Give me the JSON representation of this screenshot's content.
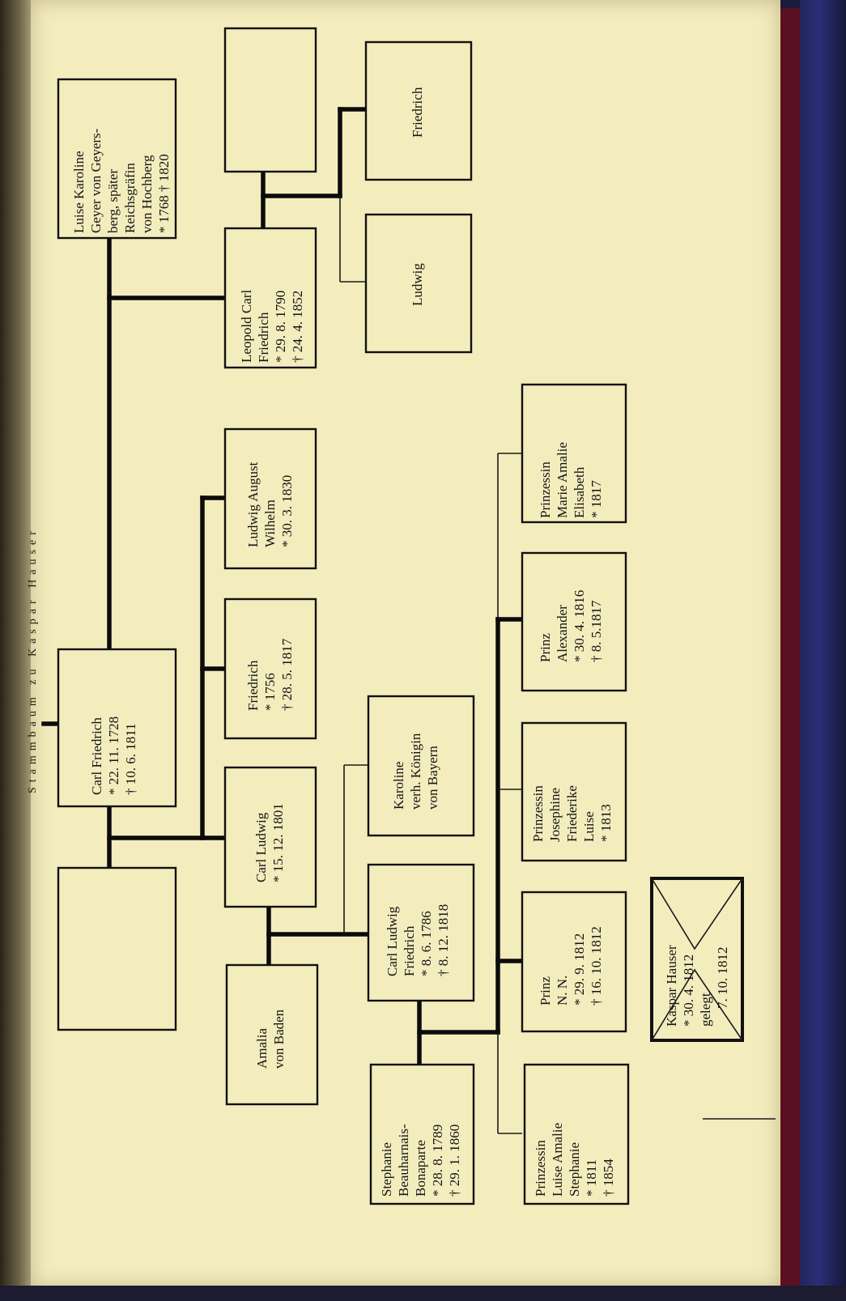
{
  "title": "Stammbaum zu Kaspar Hauser",
  "persons": {
    "luise": {
      "lines": [
        "Luise Karoline",
        "Geyer von Geyers-",
        "berg, später",
        "Reichsgräfin",
        "von Hochberg",
        "* 1768  † 1820"
      ]
    },
    "leopold": {
      "lines": [
        "Leopold Carl",
        "Friedrich",
        "* 29. 8. 1790",
        "† 24. 4. 1852"
      ]
    },
    "friedrich_small": {
      "lines": [
        "Friedrich"
      ]
    },
    "ludwig_small": {
      "lines": [
        "Ludwig"
      ]
    },
    "ludwig_august": {
      "lines": [
        "Ludwig August",
        "Wilhelm",
        "* 30. 3. 1830"
      ]
    },
    "friedrich_1756": {
      "lines": [
        "Friedrich",
        "* 1756",
        "† 28. 5. 1817"
      ]
    },
    "carl_friedrich": {
      "lines": [
        "Carl Friedrich",
        "* 22. 11. 1728",
        "† 10.  6. 1811"
      ]
    },
    "carl_ludwig_1801": {
      "lines": [
        "Carl Ludwig",
        "* 15. 12. 1801"
      ]
    },
    "amalia": {
      "lines": [
        "Amalia",
        "von Baden"
      ]
    },
    "karoline": {
      "lines": [
        "Karoline",
        "verh. Königin",
        "von Bayern"
      ]
    },
    "carl_ludwig_friedrich": {
      "lines": [
        "Carl Ludwig",
        "Friedrich",
        "* 8.  6. 1786",
        "† 8. 12. 1818"
      ]
    },
    "stephanie": {
      "lines": [
        "Stephanie",
        "Beauharnais-",
        "Bonaparte",
        "* 28. 8. 1789",
        "† 29. 1. 1860"
      ]
    },
    "marie_amalie": {
      "lines": [
        "Prinzessin",
        "Marie Amalie",
        "Elisabeth",
        "* 1817"
      ]
    },
    "alexander": {
      "lines": [
        "Prinz",
        "Alexander",
        "* 30. 4. 1816",
        "† 8. 5.1817"
      ]
    },
    "josephine": {
      "lines": [
        "Prinzessin",
        "Josephine",
        "Friederike",
        "Luise",
        "* 1813"
      ]
    },
    "prinz_nn": {
      "lines": [
        "Prinz",
        "N. N.",
        "* 29.  9. 1812",
        "† 16. 10. 1812"
      ]
    },
    "luise_amalie": {
      "lines": [
        "Prinzessin",
        "Luise Amalie",
        "Stephanie",
        "* 1811",
        "† 1854"
      ]
    },
    "kaspar": {
      "lines": [
        "Kaspar Hauser",
        "* 30.  4. 1812",
        "gelegt",
        "7. 10. 1812"
      ]
    }
  },
  "colors": {
    "paper": "#f3ecbd",
    "ink": "#111111"
  }
}
